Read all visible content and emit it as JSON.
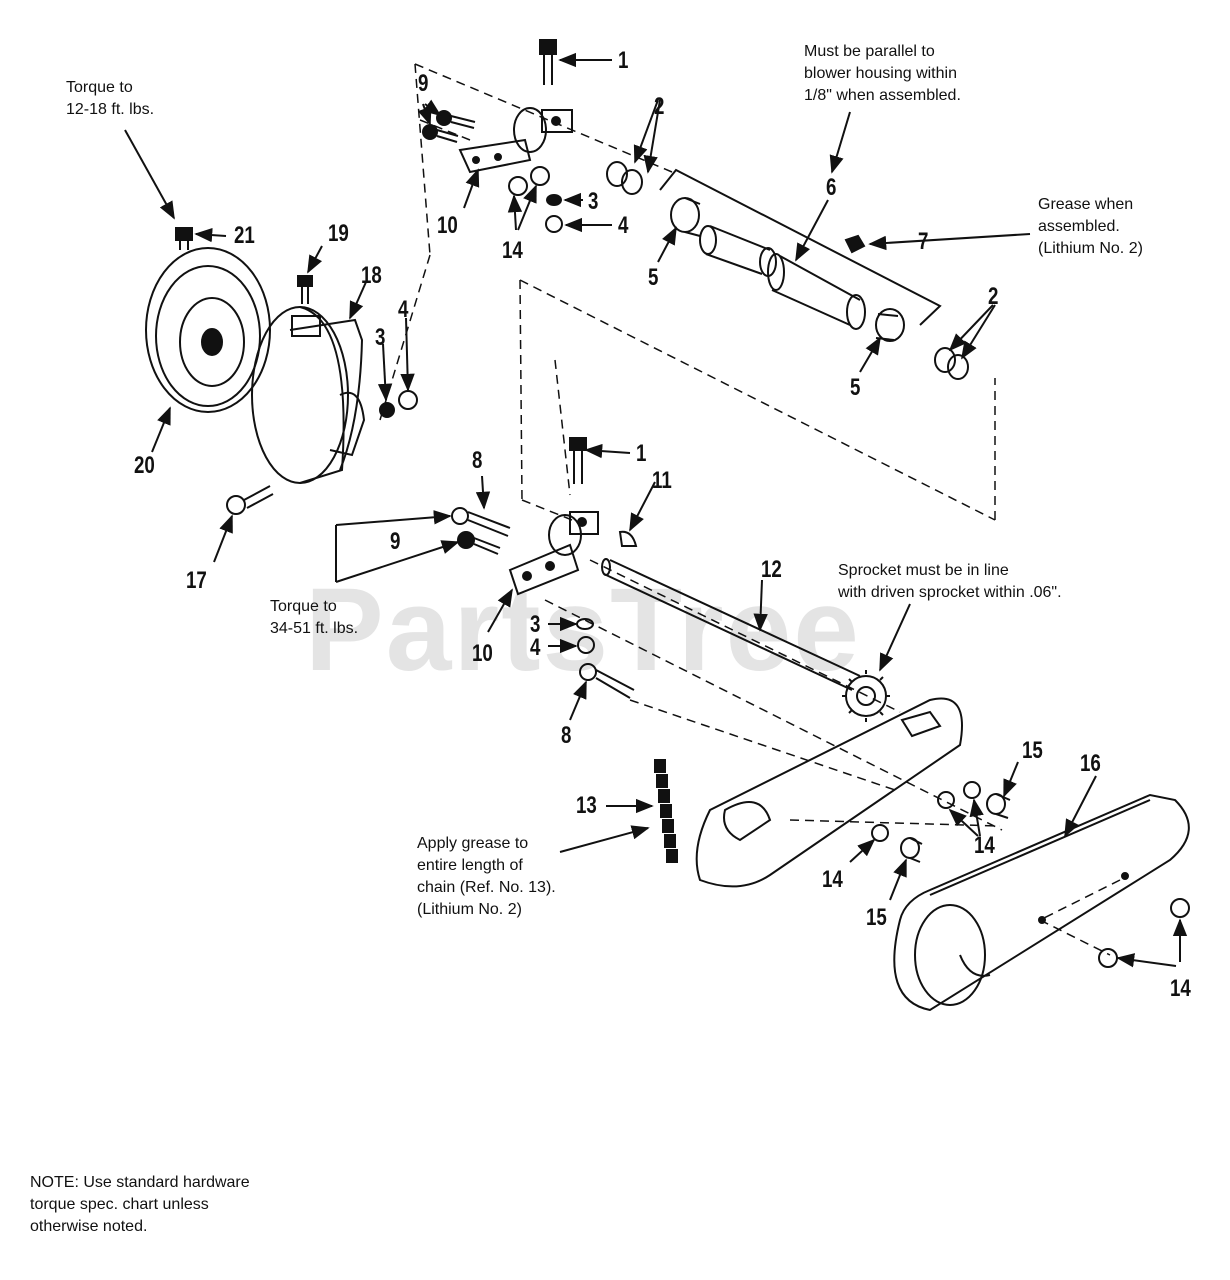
{
  "watermark": "PartsTree",
  "callouts": {
    "torque_12_18": "Torque to\n12-18 ft. lbs.",
    "parallel": "Must be parallel to\nblower housing within\n1/8\" when assembled.",
    "grease_assembled": "Grease when\nassembled.\n(Lithium No. 2)",
    "sprocket_inline": "Sprocket must be in line\nwith driven sprocket within .06\".",
    "torque_34_51": "Torque to\n34-51 ft. lbs.",
    "apply_grease": "Apply grease to\nentire length of\nchain (Ref. No. 13).\n(Lithium No. 2)",
    "note": "NOTE: Use standard hardware\ntorque spec. chart unless\notherwise noted."
  },
  "ref_numbers": {
    "n1a": "1",
    "n1b": "1",
    "n2a": "2",
    "n2b": "2",
    "n3a": "3",
    "n3b": "3",
    "n3c": "3",
    "n4a": "4",
    "n4b": "4",
    "n4c": "4",
    "n5a": "5",
    "n5b": "5",
    "n6": "6",
    "n7": "7",
    "n8a": "8",
    "n8b": "8",
    "n9a": "9",
    "n9b": "9",
    "n10a": "10",
    "n10b": "10",
    "n11": "11",
    "n12": "12",
    "n13": "13",
    "n14a": "14",
    "n14b": "14",
    "n14c": "14",
    "n14d": "14",
    "n15a": "15",
    "n15b": "15",
    "n16": "16",
    "n17": "17",
    "n18": "18",
    "n19": "19",
    "n20": "20",
    "n21": "21"
  }
}
